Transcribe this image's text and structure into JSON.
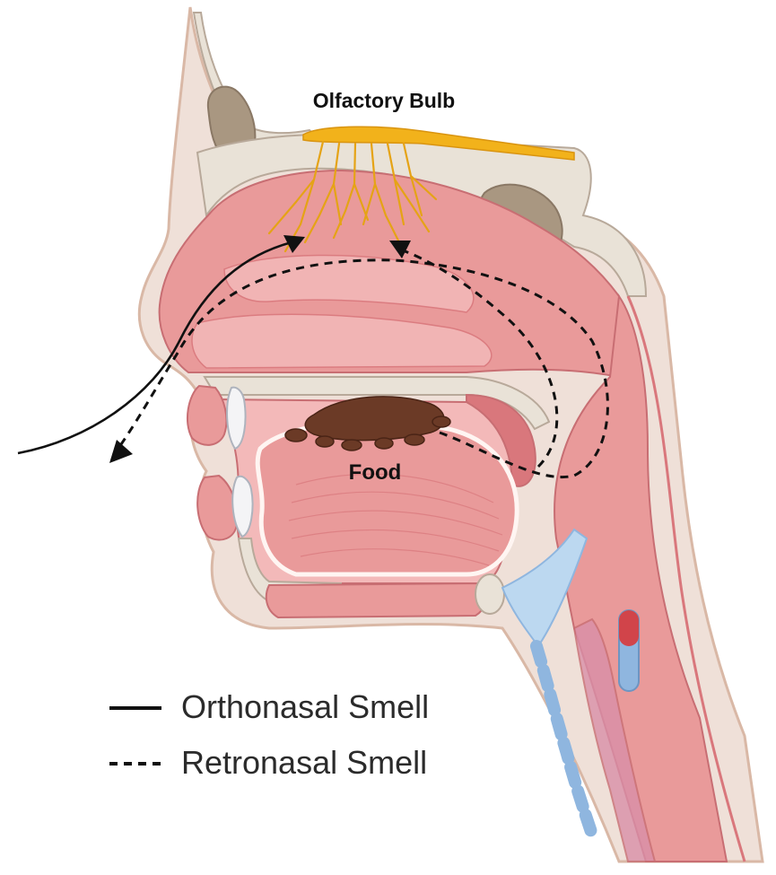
{
  "labels": {
    "olfactory_bulb": "Olfactory Bulb",
    "food": "Food"
  },
  "legend": [
    {
      "line_style": "solid",
      "label": "Orthonasal Smell"
    },
    {
      "line_style": "dashed",
      "label": "Retronasal Smell"
    }
  ],
  "colors": {
    "skin_outline": "#d9b8a6",
    "skin_fill": "#efe0d8",
    "tissue": "#e99a9a",
    "tissue_dark": "#d9777c",
    "tissue_light": "#f3b9b9",
    "bone": "#e9e2d7",
    "bone_stroke": "#b8a99a",
    "sinus": "#a99781",
    "nerve": "#f2b21b",
    "cartilage": "#8fb6df",
    "cartilage_light": "#bcd8f0",
    "food": "#6b3a26",
    "arrow": "#111111"
  }
}
